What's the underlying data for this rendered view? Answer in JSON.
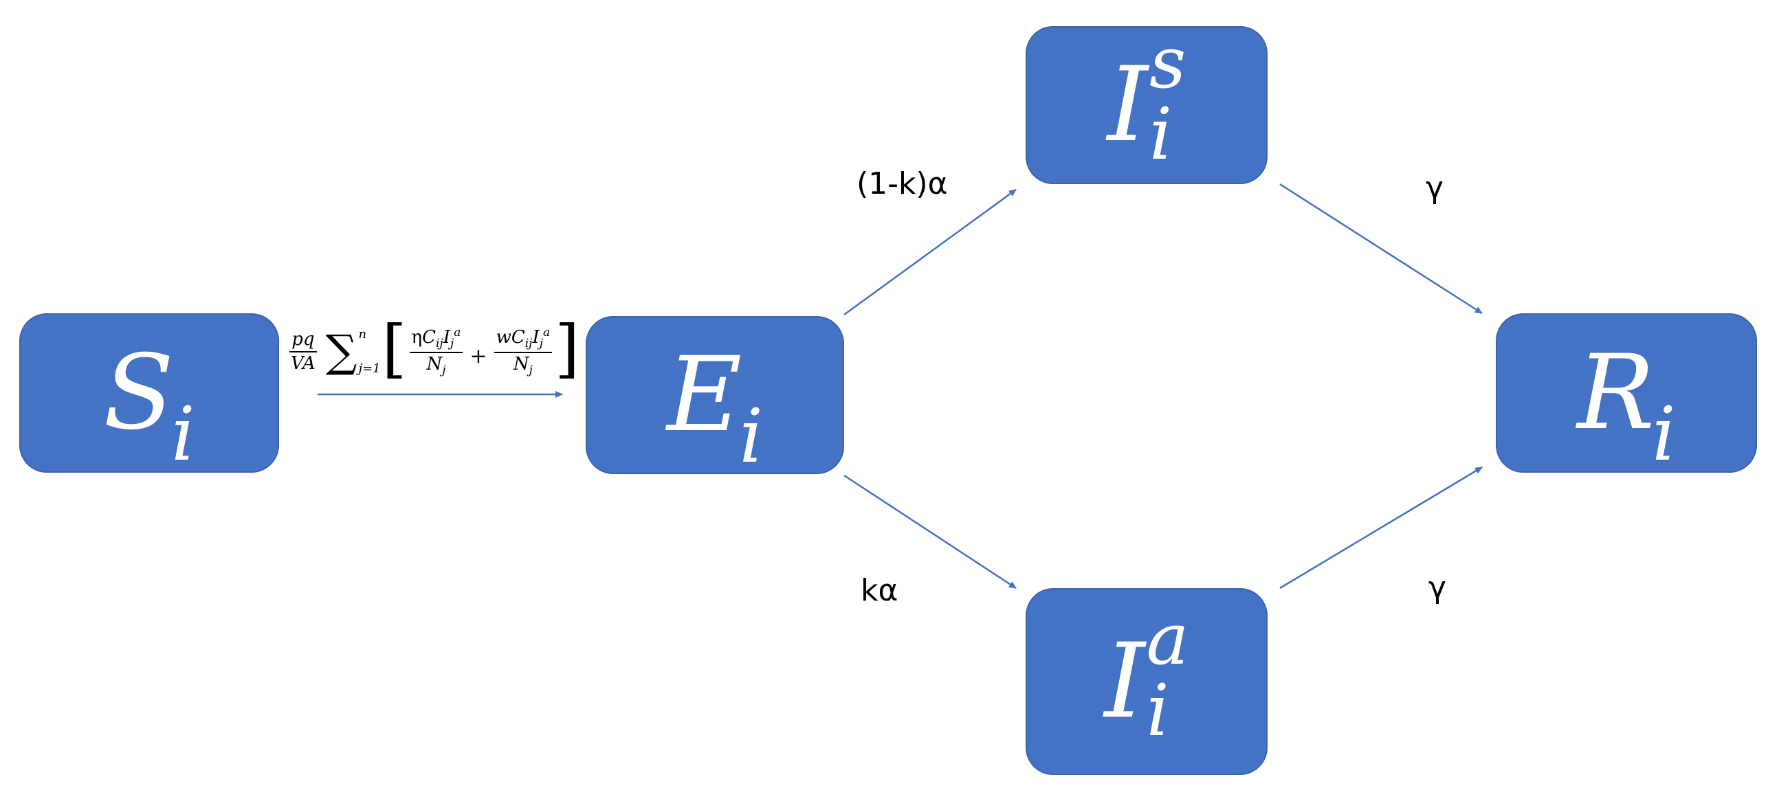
{
  "colors": {
    "node_fill": "#4472c4",
    "arrow": "#4472c4",
    "label": "#000000"
  },
  "nodes": {
    "susceptible": {
      "base": "S",
      "sub": "i"
    },
    "exposed": {
      "base": "E",
      "sub": "i"
    },
    "infected_symptomatic": {
      "base": "I",
      "sup": "s",
      "sub": "i"
    },
    "infected_asymptomatic": {
      "base": "I",
      "sup": "a",
      "sub": "i"
    },
    "recovered": {
      "base": "R",
      "sub": "i"
    }
  },
  "edges": {
    "s_to_e": {
      "frac_num": "pq",
      "frac_den": "VA",
      "sum_symbol": "∑",
      "sum_upper": "n",
      "sum_lower": "j=1",
      "bracket_open": "[",
      "bracket_close": "]",
      "term1_num_eta": "η",
      "term1_num_c": "C",
      "term1_num_c_sub": "ij",
      "term1_num_i": "I",
      "term1_num_i_sub": "j",
      "term1_num_i_sup": "a",
      "term1_den": "N",
      "term1_den_sub": "j",
      "plus": "+",
      "term2_num_w": "w",
      "term2_num_c": "C",
      "term2_num_c_sub": "ij",
      "term2_num_i": "I",
      "term2_num_i_sub": "j",
      "term2_num_i_sup": "a",
      "term2_den": "N",
      "term2_den_sub": "j"
    },
    "e_to_is": {
      "label": "(1-k)α"
    },
    "e_to_ia": {
      "label": "kα"
    },
    "is_to_r": {
      "label": "γ"
    },
    "ia_to_r": {
      "label": "γ"
    }
  }
}
